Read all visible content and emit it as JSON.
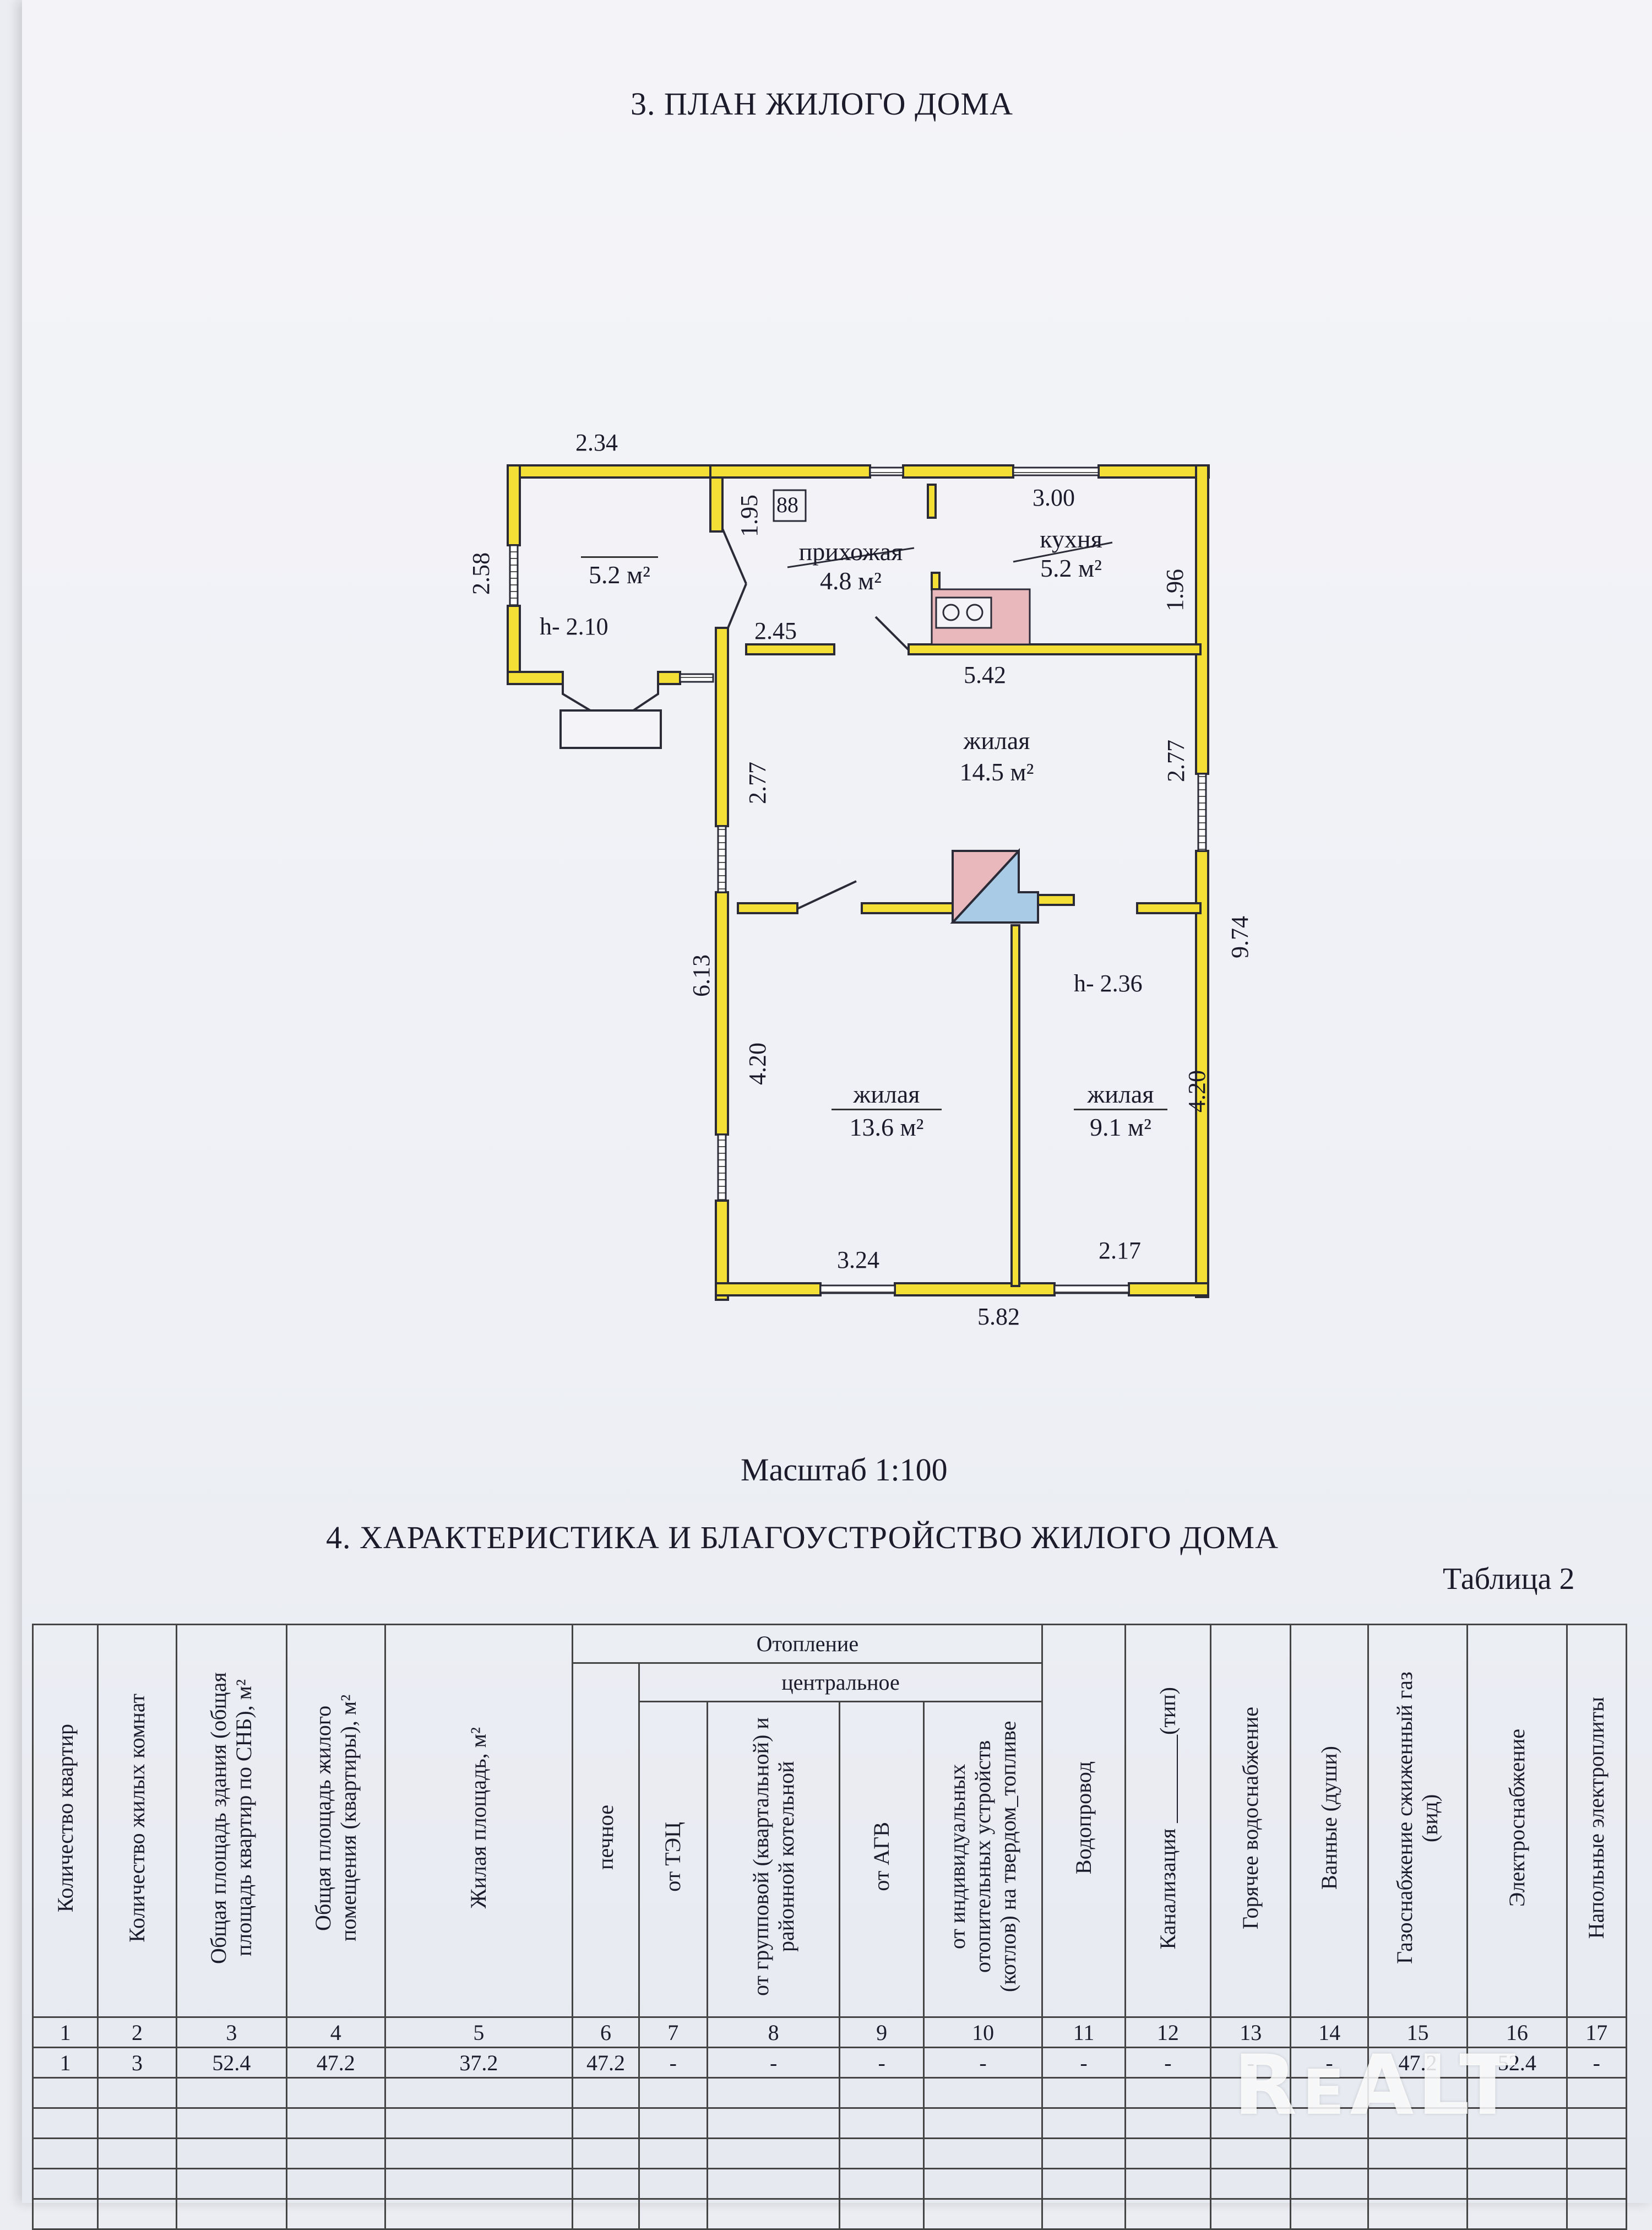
{
  "section3_title": "3. ПЛАН ЖИЛОГО ДОМА",
  "plan": {
    "dimensions": {
      "d_234": "2.34",
      "d_258": "2.58",
      "d_195": "1.95",
      "d_300": "3.00",
      "d_196": "1.96",
      "d_245": "2.45",
      "d_542": "5.42",
      "d_277_left": "2.77",
      "d_277_right": "2.77",
      "d_613": "6.13",
      "d_974": "9.74",
      "d_420_left": "4.20",
      "d_420_right": "4.20",
      "d_324": "3.24",
      "d_217": "2.17",
      "d_582": "5.82"
    },
    "heights": {
      "h_veranda": "h- 2.10",
      "h_main": "h- 2.36"
    },
    "meter_label": "88",
    "rooms": {
      "veranda": {
        "area": "5.2 м²"
      },
      "hallway": {
        "name": "прихожая",
        "area": "4.8 м²"
      },
      "kitchen": {
        "name": "кухня",
        "area": "5.2 м²"
      },
      "living_main": {
        "name": "жилая",
        "area": "14.5 м²"
      },
      "living_left": {
        "name": "жилая",
        "area": "13.6 м²"
      },
      "living_right": {
        "name": "жилая",
        "area": "9.1 м²"
      }
    },
    "colors": {
      "wall": "#f3df36",
      "wall_outline": "#2b2b38",
      "stove": "#e8b8bc",
      "chimney_blue": "#a9cbe6"
    }
  },
  "scale_label": "Масштаб 1:100",
  "section4_title": "4. ХАРАКТЕРИСТИКА И БЛАГОУСТРОЙСТВО ЖИЛОГО ДОМА",
  "table_caption": "Таблица 2",
  "table": {
    "group_heating": "Отопление",
    "group_central": "центральное",
    "headers": [
      "Количество квартир",
      "Количество жилых комнат",
      "Общая площадь здания (общая площадь квартир по СНБ), м²",
      "Общая площадь жилого помещения (квартиры), м²",
      "Жилая площадь, м²",
      "печное",
      "от ТЭЦ",
      "от групповой (квартальной) и районной котельной",
      "от АГВ",
      "от индивидуальных отопительных устройств (котлов) на твердом_топливе",
      "Водопровод",
      "Канализация ________(тип)",
      "Горячее водоснабжение",
      "Ванные (души)",
      "Газоснабжение сжиженный газ (вид)",
      "Электроснабжение",
      "Напольные электроплиты"
    ],
    "numbers": [
      "1",
      "2",
      "3",
      "4",
      "5",
      "6",
      "7",
      "8",
      "9",
      "10",
      "11",
      "12",
      "13",
      "14",
      "15",
      "16",
      "17"
    ],
    "values": [
      "1",
      "3",
      "52.4",
      "47.2",
      "37.2",
      "47.2",
      "-",
      "-",
      "-",
      "-",
      "-",
      "-",
      "-",
      "-",
      "47.2",
      "52.4",
      "-"
    ]
  },
  "watermark": "RᴇALT"
}
